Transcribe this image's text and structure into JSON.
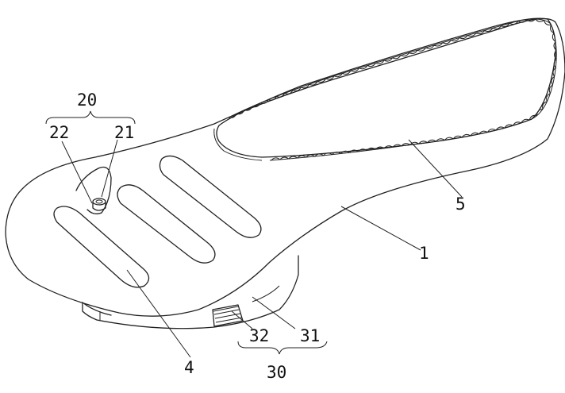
{
  "labels": {
    "l20": "20",
    "l22": "22",
    "l21": "21",
    "l5": "5",
    "l1": "1",
    "l4": "4",
    "l32": "32",
    "l31": "31",
    "l30": "30"
  }
}
